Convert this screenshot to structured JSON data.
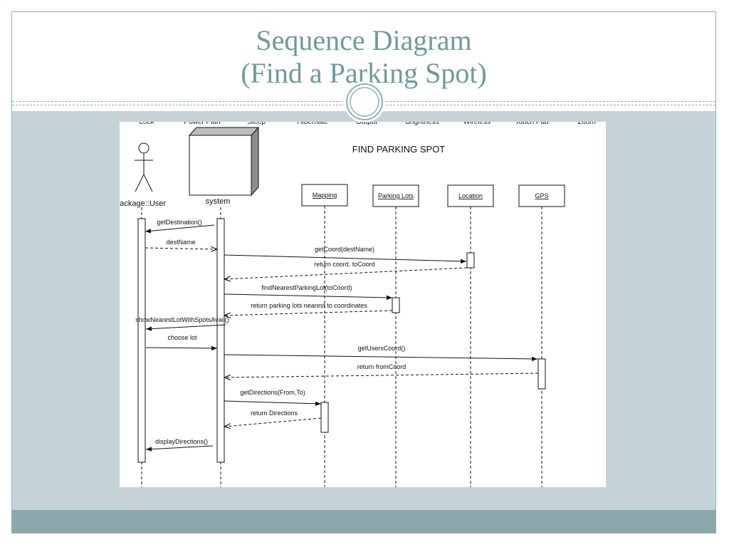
{
  "slide": {
    "title_line1": "Sequence Diagram",
    "title_line2": "(Find a Parking Spot)"
  },
  "colors": {
    "title": "#6e9a9c",
    "content_background": "#c5d3d9",
    "footer": "#8ba9ab",
    "frame_border": "#8fb0b3"
  },
  "diagram": {
    "cut_off_toolbar": [
      "Lock",
      "Power Plan",
      "Sleep",
      "Hibernate",
      "Output",
      "Brightness",
      "Wireless",
      "Touch Pad",
      "Zoom"
    ],
    "title": "FIND PARKING SPOT",
    "lifelines": [
      {
        "id": "user",
        "label": "Package::User",
        "kind": "actor"
      },
      {
        "id": "system",
        "label": "system",
        "kind": "node"
      },
      {
        "id": "mapping",
        "label": "Mapping",
        "kind": "object"
      },
      {
        "id": "parking_lots",
        "label": "Parking Lots",
        "kind": "object"
      },
      {
        "id": "location",
        "label": "Location",
        "kind": "object"
      },
      {
        "id": "gps",
        "label": "GPS",
        "kind": "object"
      }
    ],
    "messages": [
      {
        "from": "system",
        "to": "user",
        "label": "getDestination()",
        "type": "call"
      },
      {
        "from": "user",
        "to": "system",
        "label": "destName",
        "type": "return"
      },
      {
        "from": "system",
        "to": "location",
        "label": "getCoord(destName)",
        "type": "call"
      },
      {
        "from": "location",
        "to": "system",
        "label": "return coord. toCoord",
        "type": "return"
      },
      {
        "from": "system",
        "to": "parking_lots",
        "label": "findNearestParkingLot(toCoord)",
        "type": "call"
      },
      {
        "from": "parking_lots",
        "to": "system",
        "label": "return parking lots nearest to coordinates",
        "type": "return"
      },
      {
        "from": "system",
        "to": "user",
        "label": "showNearestLotWithSpotsAvail()",
        "type": "call"
      },
      {
        "from": "user",
        "to": "system",
        "label": "choose lot",
        "type": "call"
      },
      {
        "from": "system",
        "to": "gps",
        "label": "getUsersCoord()",
        "type": "call"
      },
      {
        "from": "gps",
        "to": "system",
        "label": "return fromCoord",
        "type": "return"
      },
      {
        "from": "system",
        "to": "mapping",
        "label": "getDirections(From,To)",
        "type": "call"
      },
      {
        "from": "mapping",
        "to": "system",
        "label": "return Directions",
        "type": "return"
      },
      {
        "from": "system",
        "to": "user",
        "label": "displayDirections()",
        "type": "call"
      }
    ]
  }
}
